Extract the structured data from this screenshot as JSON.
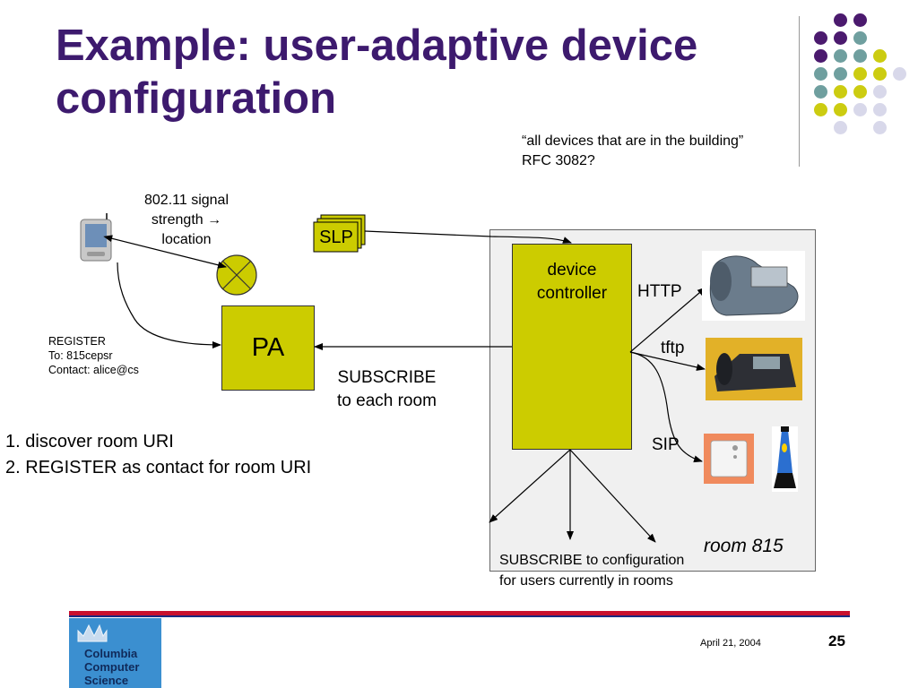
{
  "slide": {
    "title_line1": "Example: user-adaptive device",
    "title_line2": "configuration",
    "note_line1": "“all devices that are in the building”",
    "note_line2": "RFC 3082?",
    "colors": {
      "title": "#3d1a6e",
      "box_fill": "#cccc00",
      "dot_purple": "#4b1a6e",
      "dot_teal": "#6f9f9f",
      "dot_yellow": "#cccc11",
      "dot_lavender": "#d8d8ea"
    }
  },
  "diagram": {
    "signal_line1": "802.11 signal",
    "signal_line2": "strength →",
    "signal_line3": "location",
    "slp_label": "SLP",
    "pa_label": "PA",
    "device_controller_line1": "device",
    "device_controller_line2": "controller",
    "http_label": "HTTP",
    "tftp_label": "tftp",
    "sip_label": "SIP",
    "register_line1": "REGISTER",
    "register_line2": "To: 815cepsr",
    "register_line3": "Contact: alice@cs",
    "subscribe_room_line1": "SUBSCRIBE",
    "subscribe_room_line2": "to each room",
    "room_label": "room 815",
    "subscribe_config_line1": "SUBSCRIBE to configuration",
    "subscribe_config_line2": "for users currently in rooms",
    "icons": [
      "pda-icon",
      "router-icon",
      "document-stack-icon",
      "desk-phone-icon",
      "ip-phone-icon",
      "wall-device-icon",
      "lava-lamp-icon"
    ]
  },
  "steps": [
    {
      "number": "1.",
      "text": "discover room URI"
    },
    {
      "number": "2.",
      "text": "REGISTER as contact for room URI"
    }
  ],
  "footer": {
    "logo_line1": "Columbia",
    "logo_line2": "Computer",
    "logo_line3": "Science",
    "date": "April 21, 2004",
    "page": "25"
  }
}
